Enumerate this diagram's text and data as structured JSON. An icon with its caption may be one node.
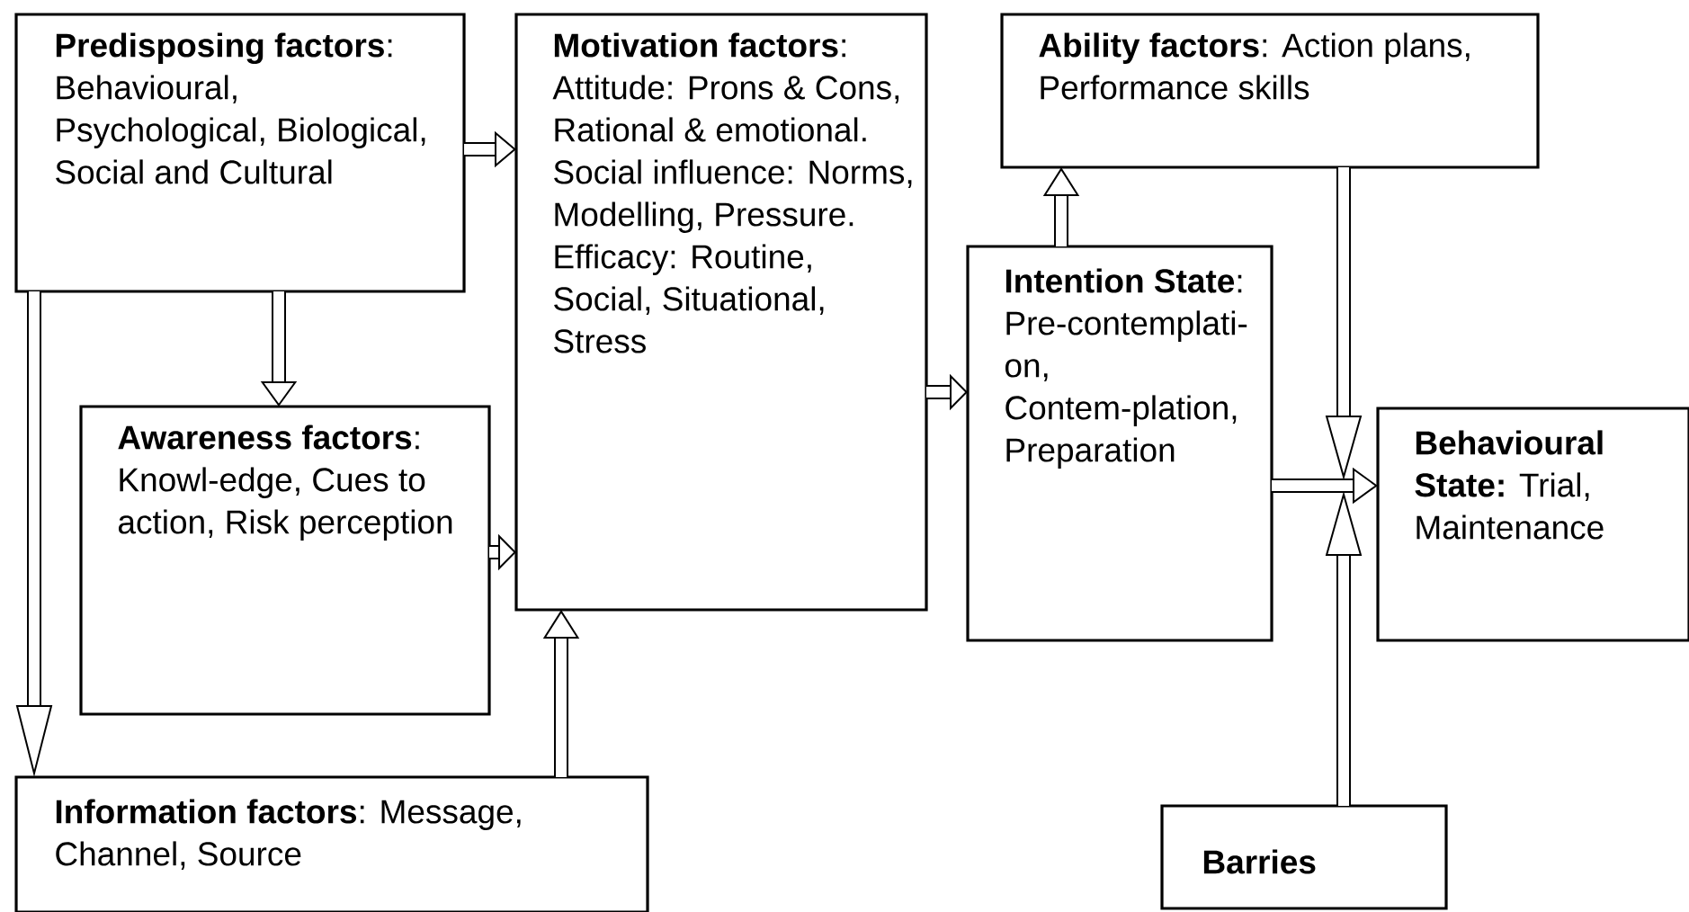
{
  "diagram": {
    "nodes": [
      {
        "text": [
          "**Predisposing factors**: Behavioural, Psychological, Biological, Social and Cultural"
        ]
      },
      {
        "text": [
          "**Motivation factors**:",
          "Attitude: Prons & Cons, Rational & emotional.",
          "Social influence: Norms, Modelling, Pressure.",
          "Efficacy: Routine, Social, Situational, Stress"
        ]
      },
      {
        "text": [
          "**Ability factors**: Action plans, Performance skills"
        ]
      },
      {
        "text": [
          "**Intention State**: Pre-contemplati-on, Contem-plation, Preparation"
        ]
      },
      {
        "text": [
          "**Awareness factors**: Knowl-edge, Cues to action, Risk perception"
        ]
      },
      {
        "text": [
          "**Behavioural State:** Trial, Maintenance"
        ]
      },
      {
        "text": [
          "**Information factors**: Message, Channel, Source"
        ]
      },
      {
        "text": [
          "Barries"
        ]
      }
    ],
    "edges": [
      {
        "from": 0,
        "to": 1,
        "arrow": "to"
      },
      {
        "from": 0,
        "to": 4,
        "arrow": "to"
      },
      {
        "from": 0,
        "to": 6,
        "arrow": "to"
      },
      {
        "from": 4,
        "to": 1,
        "arrow": "to"
      },
      {
        "from": 6,
        "to": 1,
        "arrow": "to"
      },
      {
        "from": 1,
        "to": 3,
        "arrow": "to"
      },
      {
        "from": 3,
        "to": 2,
        "arrow": "to"
      },
      {
        "from": 2,
        "to": 5,
        "arrow": "to"
      },
      {
        "from": 3,
        "to": 5,
        "arrow": "to"
      },
      {
        "from": 7,
        "to": 5,
        "arrow": "to"
      }
    ]
  }
}
